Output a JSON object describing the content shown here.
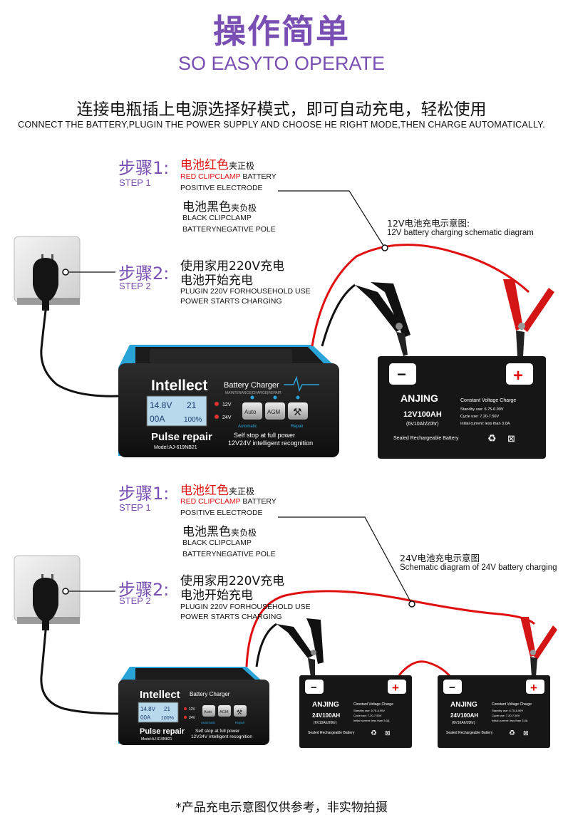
{
  "header": {
    "title_cn": "操作简单",
    "title_en": "SO EASYTO OPERATE",
    "intro_cn": "连接电瓶插上电源选择好模式，即可自动充电，轻松使用",
    "intro_en": "CONNECT THE BATTERY,PLUGIN THE POWER SUPPLY AND CHOOSE HE RIGHT MODE,THEN CHARGE AUTOMATICALLY."
  },
  "section_12v": {
    "step1": {
      "label_cn": "步骤1:",
      "label_en": "STEP 1",
      "red_cn": "电池红色",
      "red_clamp_cn": "夹正极",
      "red_en_1": "RED CLIPCLAMP",
      "red_en_2": " BATTERY",
      "red_en_3": "POSITIVE ELECTRODE",
      "black_cn": "电池黑色",
      "black_clamp_cn": "夹负极",
      "black_en_1": "BLACK CLIPCLAMP",
      "black_en_2": "BATTERYNEGATIVE POLE"
    },
    "step2": {
      "label_cn": "步骤2:",
      "label_en": "STEP 2",
      "line1_cn": "使用家用220V充电",
      "line2_cn": "电池开始充电",
      "en_1": "PLUGIN 220V FORHOUSEHOLD USE",
      "en_2": "POWER STARTS CHARGING"
    },
    "diagram_cn": "12V电池充电示意图:",
    "diagram_en": "12V battery charging schematic diagram"
  },
  "section_24v": {
    "step1": {
      "label_cn": "步骤1:",
      "label_en": "STEP 1",
      "red_cn": "电池红色",
      "red_clamp_cn": "夹正极",
      "red_en_1": "RED CLIPCLAMP",
      "red_en_2": " BATTERY",
      "red_en_3": "POSITIVE ELECTRODE",
      "black_cn": "电池黑色",
      "black_clamp_cn": "夹负极",
      "black_en_1": "BLACK CLIPCLAMP",
      "black_en_2": "BATTERYNEGATIVE POLE"
    },
    "step2": {
      "label_cn": "步骤2:",
      "label_en": "STEP 2",
      "line1_cn": "使用家用220V充电",
      "line2_cn": "电池开始充电",
      "en_1": "PLUGIN 220V FORHOUSEHOLD USE",
      "en_2": "POWER STARTS CHARGING"
    },
    "diagram_cn": "24V电池充电示意图",
    "diagram_en": "Schematic diagram of 24V battery charging"
  },
  "charger": {
    "brand": "Intellect",
    "product": "Battery Charger",
    "subline": "MAINTENANCE|CHARGE|REPAIR",
    "lcd_volt": "14.8V",
    "lcd_amp": "00A",
    "lcd_alt": "21",
    "lcd_pct": "100%",
    "led_12v": "12V",
    "led_24v": "24V",
    "btn_auto": "Auto",
    "btn_agm": "AGM",
    "label_automatic": "Automatic",
    "label_repair": "Repair",
    "pulse": "Pulse repair",
    "model": "Model:AJ-619NB21",
    "feature_1": "Self stop at full power",
    "feature_2": "12V24V intelligent recognition"
  },
  "battery_12v": {
    "brand": "ANJING",
    "model": "12V100AH",
    "spec": "(6V10Ah/20hr)",
    "sealed": "Sealed Rechargeable Battery",
    "cvc": "Constant Voltage Charge",
    "standby": "Standby  use:   6.75-6.90V",
    "cycle": "Cycle    use:   7.20-7.50V",
    "initial": "Initial current:  less than 3.0A",
    "minus": "−",
    "plus": "+"
  },
  "battery_24v": {
    "brand": "ANJING",
    "model": "24V100AH",
    "spec": "(6V10Ah/20hr)",
    "sealed": "Sealed Rechargeable Battery",
    "cvc": "Constant Voltage Charge",
    "standby": "Standby  use:   6.75-6.90V",
    "cycle": "Cycle    use:   7.20-7.50V",
    "initial": "Initial current:  less than 3.0A",
    "minus": "−",
    "plus": "+"
  },
  "footnote": "*产品充电示意图仅供参考，非实物拍摄",
  "colors": {
    "accent": "#7a4fb3",
    "red": "#e01010",
    "charger_blue": "#2aa3d8",
    "battery": "#1a1a1a"
  }
}
